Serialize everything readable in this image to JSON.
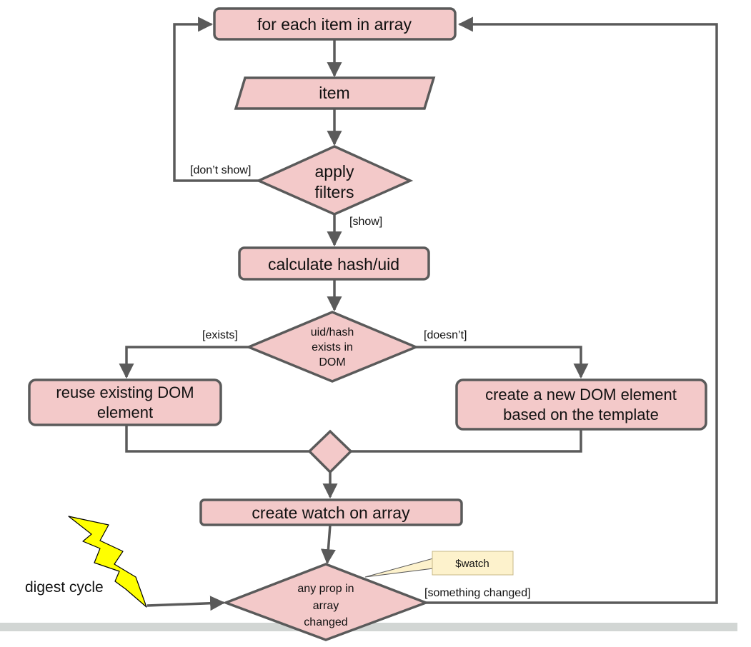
{
  "nodes": {
    "loop_start": "for each item in array",
    "item": "item",
    "apply_filters": [
      "apply",
      "filters"
    ],
    "calc_hash": "calculate hash/uid",
    "uid_exists": [
      "uid/hash",
      "exists in",
      "DOM"
    ],
    "reuse_dom": [
      "reuse existing DOM",
      "element"
    ],
    "create_dom": [
      "create a new DOM element",
      "based on the template"
    ],
    "create_watch": "create watch on array",
    "any_prop_changed": [
      "any prop in",
      "array",
      "changed"
    ]
  },
  "edge_labels": {
    "dont_show": "[don’t show]",
    "show": "[show]",
    "exists": "[exists]",
    "doesnt": "[doesn’t]",
    "something_changed": "[something changed]"
  },
  "annotations": {
    "watch_note": "$watch",
    "digest_cycle": "digest cycle"
  },
  "colors": {
    "node_fill": "#f3c9c9",
    "stroke": "#5a5a5a",
    "note_fill": "#fdf2cc",
    "lightning_fill": "#ffff00",
    "footer_bar": "#d2d6d4"
  }
}
